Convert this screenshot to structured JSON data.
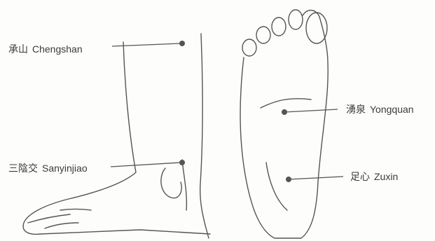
{
  "points": [
    {
      "id": "chengshan",
      "chinese": "承山",
      "pinyin": "Chengshan"
    },
    {
      "id": "sanyinjiao",
      "chinese": "三陰交",
      "pinyin": "Sanyinjiao"
    },
    {
      "id": "yongquan",
      "chinese": "湧泉",
      "pinyin": "Yongquan"
    },
    {
      "id": "zuxin",
      "chinese": "足心",
      "pinyin": "Zuxin"
    }
  ],
  "colors": {
    "outline": "#555555",
    "leader": "#555555",
    "dot": "#555555",
    "text": "#3a3a3a"
  }
}
